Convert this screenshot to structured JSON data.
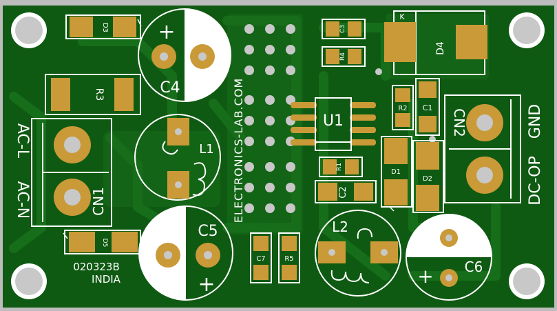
{
  "board": {
    "substrate_color": "#0f5a12",
    "trace_color": "#176e1a",
    "silkscreen_color": "#ffffff",
    "pad_color": "#c99a37",
    "hole_color": "#c8c8c8",
    "frame_color": "#bdbdbd"
  },
  "labels": {
    "d3": "D3",
    "r3": "R3",
    "c4": "C4",
    "c4_plus": "+",
    "l1": "L1",
    "cn1": "CN1",
    "ac_l": "AC-L",
    "ac_n": "AC-N",
    "d5": "D5",
    "board_code": "020323B",
    "country": "INDIA",
    "c5": "C5",
    "c5_plus": "+",
    "brand": "ELECTRONICS-LAB.COM",
    "c7": "C7",
    "r5": "R5",
    "c3": "C3",
    "r4": "R4",
    "u1": "U1",
    "r1": "R1",
    "c2": "C2",
    "l2": "L2",
    "d4_k": "K",
    "d4": "D4",
    "r2": "R2",
    "c1": "C1",
    "d1": "D1",
    "d2": "D2",
    "cn2": "CN2",
    "dc_op": "DC-OP",
    "gnd": "GND",
    "c6": "C6",
    "c6_plus": "+"
  }
}
